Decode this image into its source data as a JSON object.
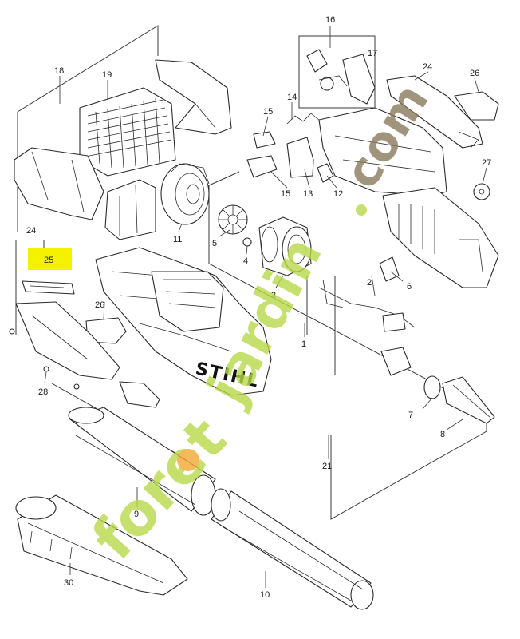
{
  "diagram": {
    "labels": {
      "l1": "1",
      "l2": "2",
      "l3": "3",
      "l4": "4",
      "l5": "5",
      "l6": "6",
      "l7": "7",
      "l8": "8",
      "l9": "9",
      "l10": "10",
      "l11": "11",
      "l12": "12",
      "l13": "13",
      "l14": "14",
      "l15a": "15",
      "l15b": "15",
      "l16": "16",
      "l17": "17",
      "l18": "18",
      "l19": "19",
      "l21": "21",
      "l24a": "24",
      "l24b": "24",
      "l25": "25",
      "l26a": "26",
      "l26b": "26",
      "l27": "27",
      "l28": "28",
      "l30": "30"
    },
    "highlighted_part": "25",
    "brand_text": "STIHL",
    "watermark": {
      "word1": "foret",
      "word2": "jardin",
      "dot": ".",
      "suffix": "com"
    },
    "colors": {
      "highlight": "#f4f200",
      "watermark_green": "#b8d94a",
      "watermark_orange": "#f0a832",
      "watermark_brown": "#8a7a5c"
    }
  }
}
